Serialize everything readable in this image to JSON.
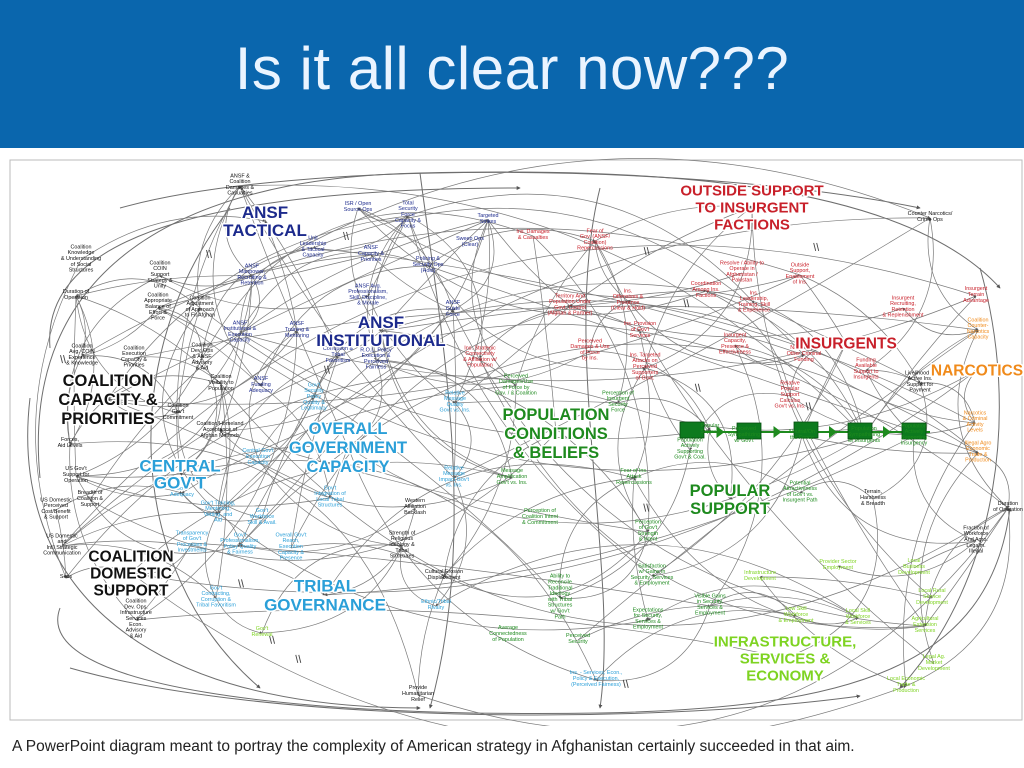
{
  "slide": {
    "title": "Is it all clear now???",
    "caption": "A PowerPoint diagram meant to portray the complexity of American strategy in Afghanistan certainly succeeded in that aim."
  },
  "colors": {
    "header_bg": "#0a66ad",
    "title_text": "#eaf4ff",
    "navy": "#1c2a8c",
    "black": "#111111",
    "lightblue": "#2a9fd8",
    "green": "#1e8a1e",
    "red": "#c8202a",
    "orange": "#f08a1a",
    "lime": "#7ed321"
  },
  "diagram": {
    "clusters": [
      {
        "id": "ansf-tactical",
        "color": "navy",
        "lines": [
          "ANSF",
          "TACTICAL"
        ]
      },
      {
        "id": "ansf-institutional",
        "color": "navy",
        "lines": [
          "ANSF",
          "INSTITUTIONAL"
        ]
      },
      {
        "id": "coalition-capacity",
        "color": "black",
        "lines": [
          "COALITION",
          "CAPACITY &",
          "PRIORITIES"
        ]
      },
      {
        "id": "central-govt",
        "color": "lightblue",
        "lines": [
          "CENTRAL",
          "GOV'T"
        ]
      },
      {
        "id": "overall-govt",
        "color": "lightblue",
        "lines": [
          "OVERALL",
          "GOVERNMENT",
          "CAPACITY"
        ]
      },
      {
        "id": "coalition-domestic",
        "color": "black",
        "lines": [
          "COALITION",
          "DOMESTIC",
          "SUPPORT"
        ]
      },
      {
        "id": "tribal-governance",
        "color": "lightblue",
        "lines": [
          "TRIBAL",
          "GOVERNANCE"
        ]
      },
      {
        "id": "population-conditions",
        "color": "green",
        "lines": [
          "POPULATION",
          "CONDITIONS",
          "& BELIEFS"
        ]
      },
      {
        "id": "popular-support",
        "color": "green",
        "lines": [
          "POPULAR",
          "SUPPORT"
        ]
      },
      {
        "id": "outside-support",
        "color": "red",
        "lines": [
          "OUTSIDE SUPPORT",
          "TO INSURGENT",
          "FACTIONS"
        ]
      },
      {
        "id": "insurgents",
        "color": "red",
        "lines": [
          "INSURGENTS"
        ]
      },
      {
        "id": "narcotics",
        "color": "orange",
        "lines": [
          "NARCOTICS"
        ]
      },
      {
        "id": "infrastructure",
        "color": "lime",
        "lines": [
          "INFRASTRUCTURE,",
          "SERVICES &",
          "ECONOMY"
        ]
      }
    ],
    "nodes": [
      {
        "color": "black",
        "lines": [
          "ANSF &",
          "Coalition",
          "Damages &",
          "Casualties"
        ]
      },
      {
        "color": "navy",
        "lines": [
          "ISR / Open",
          "Source Ops"
        ]
      },
      {
        "color": "navy",
        "lines": [
          "Total",
          "Security",
          "Force",
          "Capacity &",
          "Focus"
        ]
      },
      {
        "color": "navy",
        "lines": [
          "Targeted",
          "Strikes"
        ]
      },
      {
        "color": "navy",
        "lines": [
          "Sweep Ops",
          "(Clear)"
        ]
      },
      {
        "color": "red",
        "lines": [
          "Ins. Damages",
          "& Casualties"
        ]
      },
      {
        "color": "red",
        "lines": [
          "Fear of",
          "Gov. (ANSF/",
          "Coalition)",
          "Repercussions"
        ]
      },
      {
        "color": "navy",
        "lines": [
          "Unit",
          "Leadership",
          "& Tactical",
          "Capacity"
        ]
      },
      {
        "color": "navy",
        "lines": [
          "ANSF",
          "Capacity &",
          "Priorities"
        ]
      },
      {
        "color": "navy",
        "lines": [
          "Policing &",
          "Security Ops",
          "(Hold)"
        ]
      },
      {
        "color": "navy",
        "lines": [
          "ANSF",
          "Manpower,",
          "Recruiting &",
          "Retention"
        ]
      },
      {
        "color": "navy",
        "lines": [
          "ANSF Avg.",
          "Professionalism,",
          "Skill, Discipline,",
          "& Morale"
        ]
      },
      {
        "color": "navy",
        "lines": [
          "ANSF",
          "Guide",
          "Force"
        ]
      },
      {
        "color": "red",
        "lines": [
          "Territory And",
          "Population Under",
          "Govt. Control",
          "(Afghan & Partner)"
        ]
      },
      {
        "color": "red",
        "lines": [
          "Ins.",
          "Offensives &",
          "Presence",
          "(Clear & Hold)"
        ]
      },
      {
        "color": "black",
        "lines": [
          "Coalition",
          "Knowledge",
          "& Understanding",
          "of Social",
          "Structures"
        ]
      },
      {
        "color": "black",
        "lines": [
          "Coalition",
          "COIN",
          "Support",
          "Strategy &",
          "Unity"
        ]
      },
      {
        "color": "black",
        "lines": [
          "Duration of",
          "Operation"
        ]
      },
      {
        "color": "black",
        "lines": [
          "Coalition",
          "Appropriate",
          "Balance of",
          "Effort &",
          "Force"
        ]
      },
      {
        "color": "black",
        "lines": [
          "Coalition",
          "Adjustment",
          "of Approach",
          "to Fit Afghan"
        ]
      },
      {
        "color": "navy",
        "lines": [
          "ANSF",
          "Institutional &",
          "Execution",
          "Capacity"
        ]
      },
      {
        "color": "navy",
        "lines": [
          "ANSF",
          "Training &",
          "Mentoring"
        ]
      },
      {
        "color": "black",
        "lines": [
          "Coalition",
          "Avg. COIN",
          "Experience",
          "& Knowledge"
        ]
      },
      {
        "color": "black",
        "lines": [
          "Coalition",
          "Execution",
          "Capacity &",
          "Priorities"
        ]
      },
      {
        "color": "black",
        "lines": [
          "Coalition",
          "Dev. Ops",
          "& ANSF",
          "Advisory",
          "& Aid"
        ]
      },
      {
        "color": "black",
        "lines": [
          "Coalition",
          "Visibility to",
          "Population"
        ]
      },
      {
        "color": "navy",
        "lines": [
          "Corruption &",
          "Tribal",
          "Favoritism"
        ]
      },
      {
        "color": "navy",
        "lines": [
          "R.O.L. Policy",
          "Execution &",
          "Perceived",
          "Fairness"
        ]
      },
      {
        "color": "navy",
        "lines": [
          "ANSF",
          "Funding",
          "Adequacy"
        ]
      },
      {
        "color": "lightblue",
        "lines": [
          "Gov't",
          "Security",
          "Policy",
          "Quality &",
          "Legitimacy"
        ]
      },
      {
        "color": "black",
        "lines": [
          "Coalition/Homeland",
          "Acceptance of",
          "Afghan Methods"
        ]
      },
      {
        "color": "black",
        "lines": [
          "Coalition",
          "Gov't",
          "Commitment"
        ]
      },
      {
        "color": "black",
        "lines": [
          "Forces,",
          "Aid Levels"
        ]
      },
      {
        "color": "lightblue",
        "lines": [
          "Relative",
          "Message",
          "Quality",
          "Gov't vs. Ins."
        ]
      },
      {
        "color": "red",
        "lines": [
          "Ins. Strategic",
          "Connectivity",
          "& Affiliation w/",
          "Population"
        ]
      },
      {
        "color": "red",
        "lines": [
          "Perceived",
          "Damages & Use",
          "of Force",
          "by Ins."
        ]
      },
      {
        "color": "green",
        "lines": [
          "Perceived",
          "Damages/Use",
          "of Force by",
          "Gov. / & Coalition"
        ]
      },
      {
        "color": "green",
        "lines": [
          "Perception of",
          "Insurgent",
          "Security",
          "Force"
        ]
      },
      {
        "color": "red",
        "lines": [
          "Ins. Provision",
          "of Gov'l",
          "Services"
        ]
      },
      {
        "color": "red",
        "lines": [
          "Ins. Targeted",
          "Attacks on",
          "Perceived",
          "Supporters",
          "of Govt."
        ]
      },
      {
        "color": "lightblue",
        "lines": [
          "Central Gov't",
          "Execution",
          "Capacity"
        ]
      },
      {
        "color": "lightblue",
        "lines": [
          "Gov't",
          "Adequacy"
        ]
      },
      {
        "color": "lightblue",
        "lines": [
          "Gov't Training,",
          "Mentoring,",
          "Vetting, and",
          "Aid"
        ]
      },
      {
        "color": "lightblue",
        "lines": [
          "Gov't",
          "Workforce",
          "Skill & Avail."
        ]
      },
      {
        "color": "lightblue",
        "lines": [
          "Gov't",
          "Integration of",
          "Local Tribal",
          "Structures"
        ]
      },
      {
        "color": "black",
        "lines": [
          "Western",
          "Affiliation",
          "Backlash"
        ]
      },
      {
        "color": "lightblue",
        "lines": [
          "Relative",
          "Message",
          "Impact Gov't",
          "vs. Ins."
        ]
      },
      {
        "color": "green",
        "lines": [
          "Message",
          "Amplification",
          "Gov't vs. Ins."
        ]
      },
      {
        "color": "green",
        "lines": [
          "Perception of",
          "Coalition Intent",
          "& Commitment"
        ]
      },
      {
        "color": "green",
        "lines": [
          "Fear of Ins.",
          "Attack",
          "Repercussions"
        ]
      },
      {
        "color": "black",
        "lines": [
          "US Gov't",
          "Support for",
          "Operation"
        ]
      },
      {
        "color": "black",
        "lines": [
          "Breadth of",
          "Coalition &",
          "Support"
        ]
      },
      {
        "color": "black",
        "lines": [
          "US Domestic",
          "Perceived",
          "Cost/Benefit",
          "& Support"
        ]
      },
      {
        "color": "black",
        "lines": [
          "US Domestic",
          "and",
          "Int'l Strategic",
          "Communication"
        ]
      },
      {
        "color": "lightblue",
        "lines": [
          "Transparency",
          "of Gov't",
          "Processes &",
          "Investments"
        ]
      },
      {
        "color": "lightblue",
        "lines": [
          "Gov't",
          "Professionalism,",
          "Policy Quality",
          "& Fairness"
        ]
      },
      {
        "color": "lightblue",
        "lines": [
          "Overall Gov't",
          "Reach,",
          "Execution",
          "Capacity &",
          "Presence"
        ]
      },
      {
        "color": "black",
        "lines": [
          "Strength of",
          "Religious",
          "Ideology &",
          "Tribal",
          "Structures"
        ]
      },
      {
        "color": "black",
        "lines": [
          "Cultural Erosion",
          "Displacement"
        ]
      },
      {
        "color": "green",
        "lines": [
          "Perception",
          "of Gov't",
          "Strength",
          "& Intent"
        ]
      },
      {
        "color": "black",
        "lines": [
          "Sens"
        ]
      },
      {
        "color": "black",
        "lines": [
          "Coalition",
          "Dev. Ops.",
          "Infrastructure",
          "Services",
          "Econ.",
          "Advisory",
          "& Aid"
        ]
      },
      {
        "color": "lightblue",
        "lines": [
          "Gov't",
          "Contracting,",
          "Corruption &",
          "Tribal Favoritism"
        ]
      },
      {
        "color": "lime",
        "lines": [
          "Gov't",
          "Renewal"
        ]
      },
      {
        "color": "lightblue",
        "lines": [
          "Ethnic/Tribal",
          "Rivalry"
        ]
      },
      {
        "color": "green",
        "lines": [
          "Ability to",
          "Reconcile",
          "Traditional",
          "Ideology",
          "with Tribal",
          "Structures",
          "w/ Gov't",
          "Path"
        ]
      },
      {
        "color": "green",
        "lines": [
          "Average",
          "Connectedness",
          "of Population"
        ]
      },
      {
        "color": "green",
        "lines": [
          "Perceived",
          "Security"
        ]
      },
      {
        "color": "green",
        "lines": [
          "Satisfaction",
          "w/ Gains in",
          "Security, Services",
          "& Employment"
        ]
      },
      {
        "color": "green",
        "lines": [
          "Expectations",
          "for Security,",
          "Services &",
          "Employment"
        ]
      },
      {
        "color": "green",
        "lines": [
          "Visible Gains",
          "in Security,",
          "Services &",
          "Employment"
        ]
      },
      {
        "color": "green",
        "lines": [
          "Popular",
          "Support"
        ]
      },
      {
        "color": "green",
        "lines": [
          "Perceived",
          "Sympathizing",
          "w/ Gov't"
        ]
      },
      {
        "color": "green",
        "lines": [
          "Neutral/On",
          "the Fence"
        ]
      },
      {
        "color": "green",
        "lines": [
          "Population",
          "Sympathizing",
          "w/ Insurgents"
        ]
      },
      {
        "color": "green",
        "lines": [
          "Population",
          "Actively",
          "Supporting",
          "Insurgency"
        ]
      },
      {
        "color": "green",
        "lines": [
          "Population",
          "Actively",
          "Supporting",
          "Gov't & Coal."
        ]
      },
      {
        "color": "green",
        "lines": [
          "Potential",
          "Attractiveness",
          "of Gov't vs.",
          "Insurgent Path"
        ]
      },
      {
        "color": "black",
        "lines": [
          "Terrain,",
          "Harshness",
          "& Breadth"
        ]
      },
      {
        "color": "red",
        "lines": [
          "Coordination",
          "Among Ins.",
          "Factions"
        ]
      },
      {
        "color": "red",
        "lines": [
          "Resolve / Ability to",
          "Operate in",
          "Afghanistan /",
          "Pakistan"
        ]
      },
      {
        "color": "red",
        "lines": [
          "Outside",
          "Support,",
          "Enablement",
          "of Ins."
        ]
      },
      {
        "color": "red",
        "lines": [
          "Ins.",
          "Leadership,",
          "Training, Skill",
          "& Experience"
        ]
      },
      {
        "color": "red",
        "lines": [
          "Insurgent",
          "Recruiting,",
          "Retention",
          "& Replenishment"
        ]
      },
      {
        "color": "red",
        "lines": [
          "Insurgent",
          "Capacity,",
          "Presence &",
          "Effectiveness"
        ]
      },
      {
        "color": "red",
        "lines": [
          "Narcotics &",
          "Other Criminal",
          "Funding"
        ]
      },
      {
        "color": "red",
        "lines": [
          "Funding",
          "Available",
          "Support to",
          "Insurgents"
        ]
      },
      {
        "color": "red",
        "lines": [
          "Relative",
          "Popular",
          "Support",
          "Calculus",
          "Gov't vs. Ins."
        ]
      },
      {
        "color": "black",
        "lines": [
          "Livelihood of",
          "Active Ins.",
          "Support for",
          "Payment"
        ]
      },
      {
        "color": "black",
        "lines": [
          "Counter Narcotics/",
          "Crime Ops"
        ]
      },
      {
        "color": "red",
        "lines": [
          "Insurgent",
          "Terrain",
          "Advantage"
        ]
      },
      {
        "color": "orange",
        "lines": [
          "Coalition",
          "Counter-",
          "Narcotics",
          "Capacity"
        ]
      },
      {
        "color": "orange",
        "lines": [
          "Narcotics",
          "& Criminal",
          "Activity",
          "Levels"
        ]
      },
      {
        "color": "orange",
        "lines": [
          "Illegal Agro",
          "Economic",
          "Trade &",
          "Production"
        ]
      },
      {
        "color": "black",
        "lines": [
          "Duration",
          "of Operation"
        ]
      },
      {
        "color": "black",
        "lines": [
          "Fraction of",
          "Workforce",
          "And Agro.",
          "Legalm.",
          "Illegal"
        ]
      },
      {
        "color": "black",
        "lines": [
          "Provide",
          "Humanitarian",
          "Relief"
        ]
      },
      {
        "color": "lightblue",
        "lines": [
          "Ins. - Services, Econ.,",
          "Policy & Execution,",
          "(Perceived Fairness)"
        ]
      },
      {
        "color": "lime",
        "lines": [
          "Infrastructure",
          "Development"
        ]
      },
      {
        "color": "lime",
        "lines": [
          "Provider Sector",
          "Employment"
        ]
      },
      {
        "color": "lime",
        "lines": [
          "Low Skill",
          "Workforce",
          "& Employment"
        ]
      },
      {
        "color": "lime",
        "lines": [
          "Local Skill",
          "Workforce",
          "& Services"
        ]
      },
      {
        "color": "lime",
        "lines": [
          "Local",
          "Business",
          "Development"
        ]
      },
      {
        "color": "lime",
        "lines": [
          "Local Rural",
          "Service",
          "Development"
        ]
      },
      {
        "color": "lime",
        "lines": [
          "Agricultural",
          "Extension",
          "Services"
        ]
      },
      {
        "color": "lime",
        "lines": [
          "Legal Ag.",
          "Market",
          "Development"
        ]
      },
      {
        "color": "lime",
        "lines": [
          "Local Economic",
          "Trade &",
          "Production"
        ]
      }
    ]
  }
}
